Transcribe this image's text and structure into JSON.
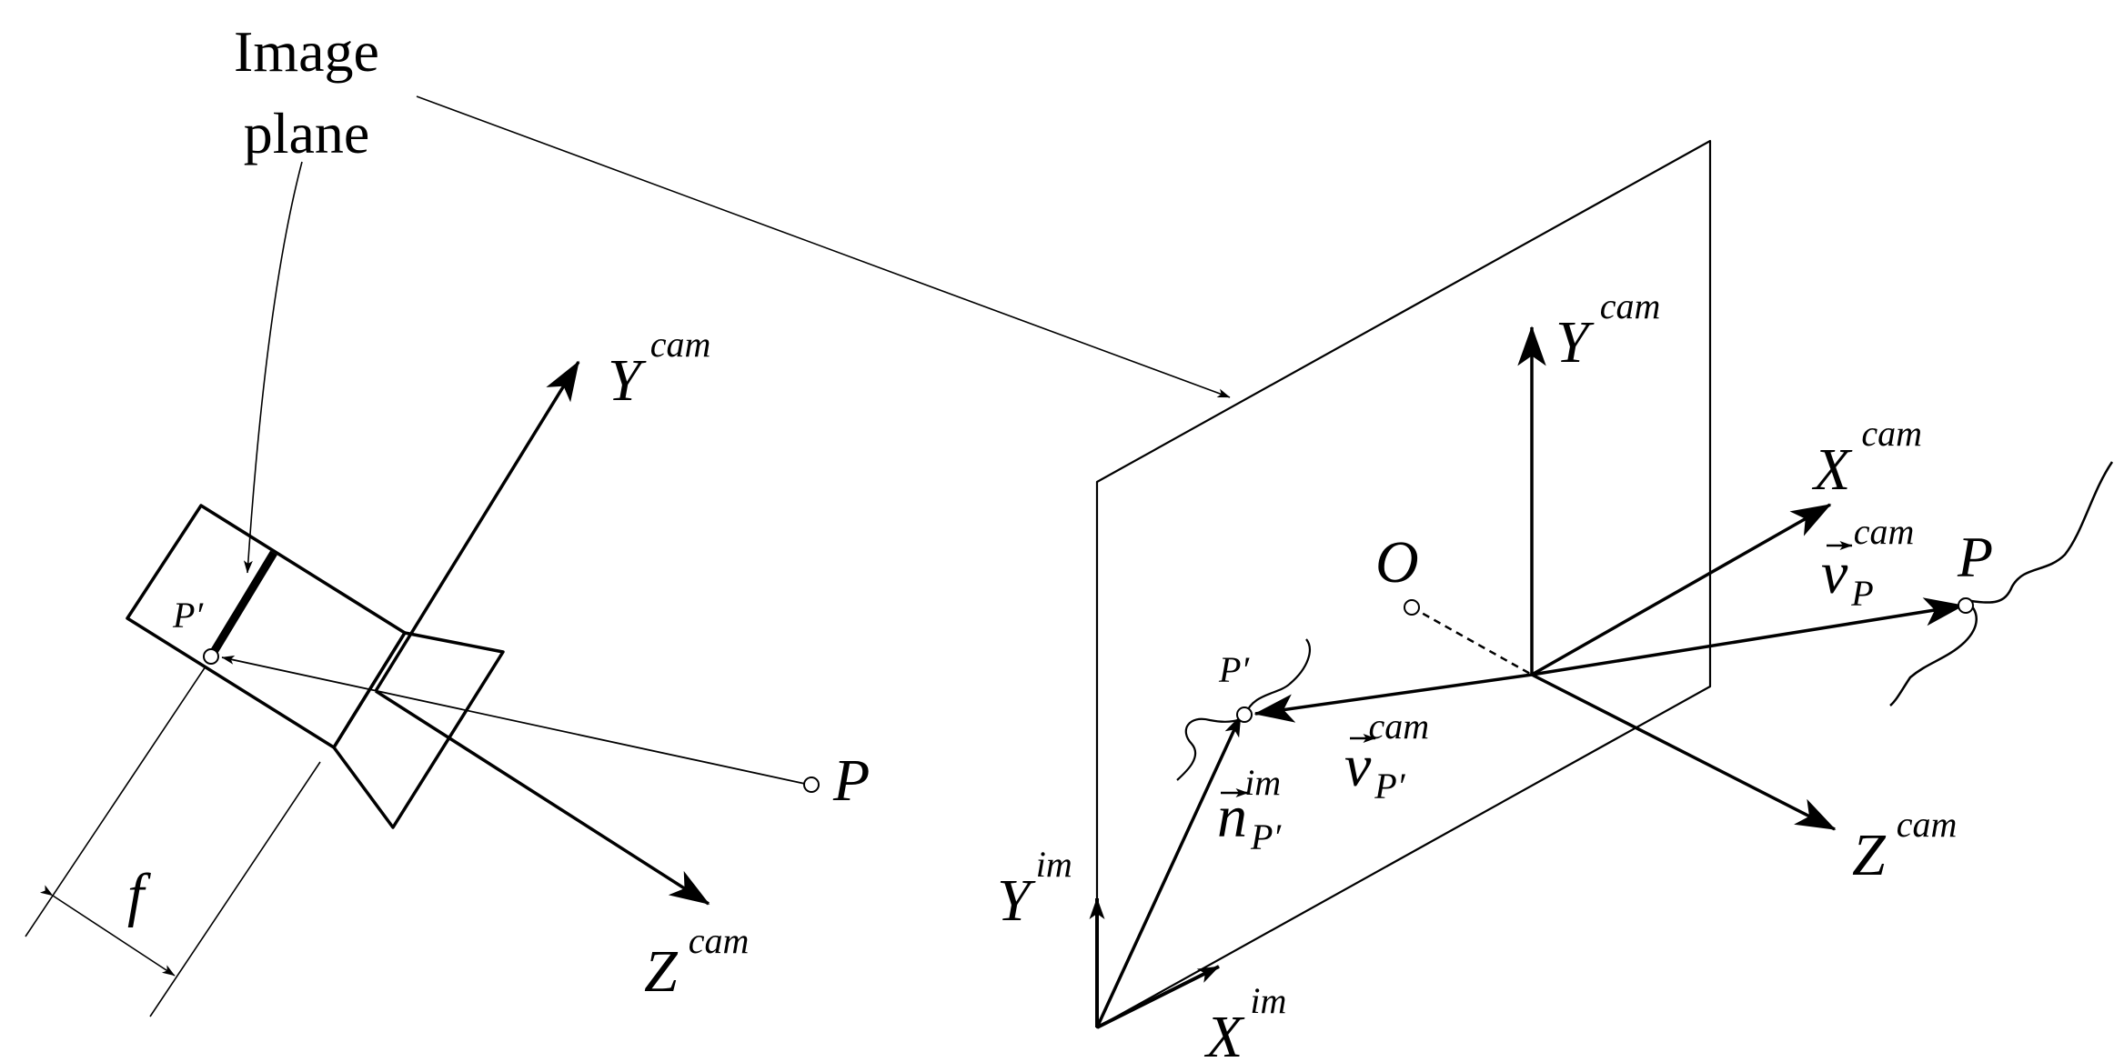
{
  "left_view": {
    "caption_line1": "Image",
    "caption_line2": "plane",
    "y_axis": {
      "letter": "Y",
      "sup": "cam"
    },
    "z_axis": {
      "letter": "Z",
      "sup": "cam"
    },
    "point_p": "P",
    "point_p_prime": "P′",
    "focal": "f"
  },
  "right_view": {
    "y_cam": {
      "letter": "Y",
      "sup": "cam"
    },
    "x_cam": {
      "letter": "X",
      "sup": "cam"
    },
    "z_cam": {
      "letter": "Z",
      "sup": "cam"
    },
    "origin": "O",
    "point_p": "P",
    "point_p_prime": "P′",
    "v_p": {
      "letter": "v",
      "sup": "cam",
      "sub": "P"
    },
    "v_p_prime": {
      "letter": "v",
      "sup": "cam",
      "sub": "P′"
    },
    "n_p_prime": {
      "letter": "n",
      "sup": "im",
      "sub": "P′"
    },
    "y_im": {
      "letter": "Y",
      "sup": "im"
    },
    "x_im": {
      "letter": "X",
      "sup": "im"
    }
  }
}
